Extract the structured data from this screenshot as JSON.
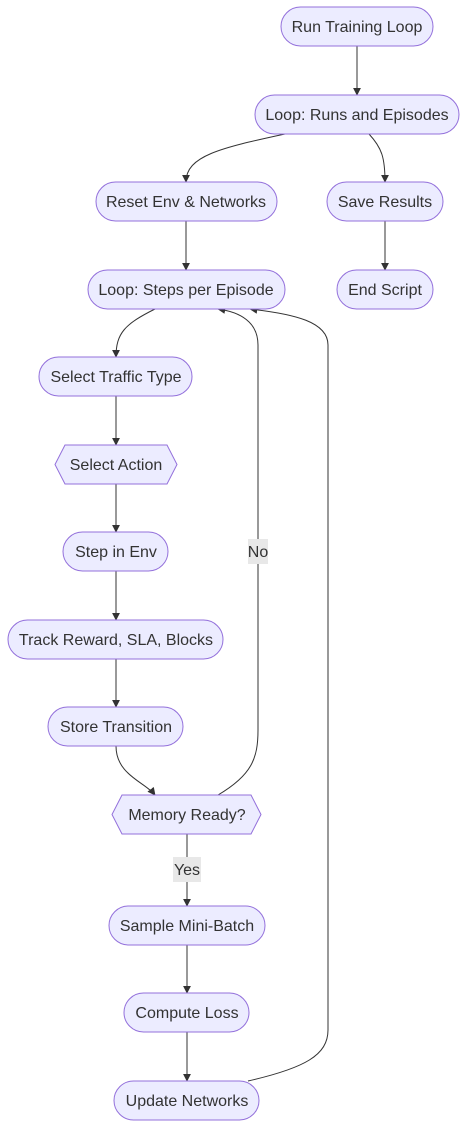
{
  "colors": {
    "node_fill": "#ECECFF",
    "node_stroke": "#9370DB",
    "edge": "#333333",
    "text": "#333333",
    "edge_label_bg": "#E8E8E8"
  },
  "nodes": {
    "run_training_loop": "Run Training Loop",
    "loop_runs_episodes": "Loop: Runs and Episodes",
    "reset_env_networks": "Reset Env & Networks",
    "save_results": "Save Results",
    "loop_steps_per_episode": "Loop: Steps per Episode",
    "end_script": "End Script",
    "select_traffic_type": "Select Traffic Type",
    "select_action": "Select Action",
    "step_in_env": "Step in Env",
    "track_reward": "Track Reward, SLA, Blocks",
    "store_transition": "Store Transition",
    "memory_ready": "Memory Ready?",
    "sample_minibatch": "Sample Mini-Batch",
    "compute_loss": "Compute Loss",
    "update_networks": "Update Networks"
  },
  "edge_labels": {
    "no": "No",
    "yes": "Yes"
  }
}
